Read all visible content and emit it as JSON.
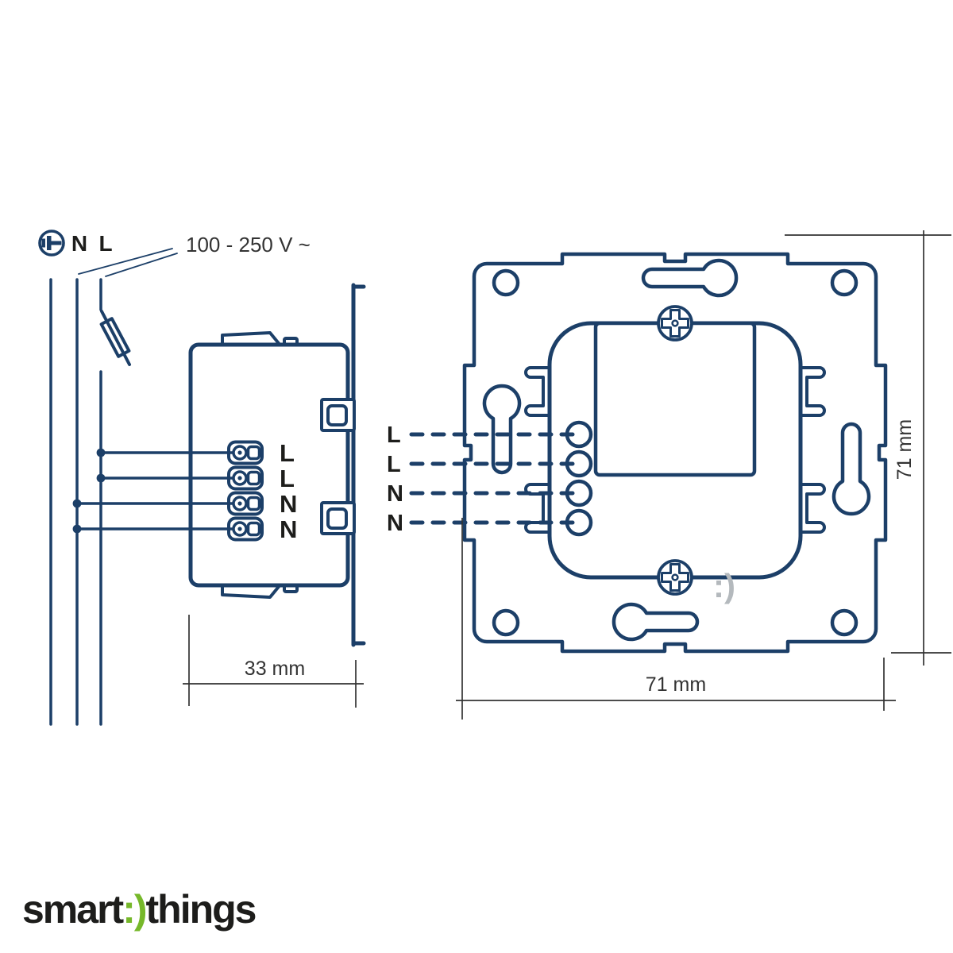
{
  "header": {
    "earth_icon": "power-plug",
    "neutral": "N",
    "line": "L",
    "voltage": "100 - 250 V ~"
  },
  "side_view": {
    "terminals": [
      "L",
      "L",
      "N",
      "N"
    ],
    "depth": "33 mm"
  },
  "back_view": {
    "terminals": [
      "L",
      "L",
      "N",
      "N"
    ],
    "width": "71 mm",
    "height": "71 mm",
    "watermark": ":)"
  },
  "logo": {
    "prefix": "smart",
    "smiley": ":)",
    "suffix": "things"
  },
  "colors": {
    "diagram": "#1c3f68",
    "dim": "#333333",
    "label": "#1d1d1b",
    "logo_green": "#76b82a",
    "logo_black": "#1d1d1b",
    "watermark": "#b4b9bd"
  }
}
